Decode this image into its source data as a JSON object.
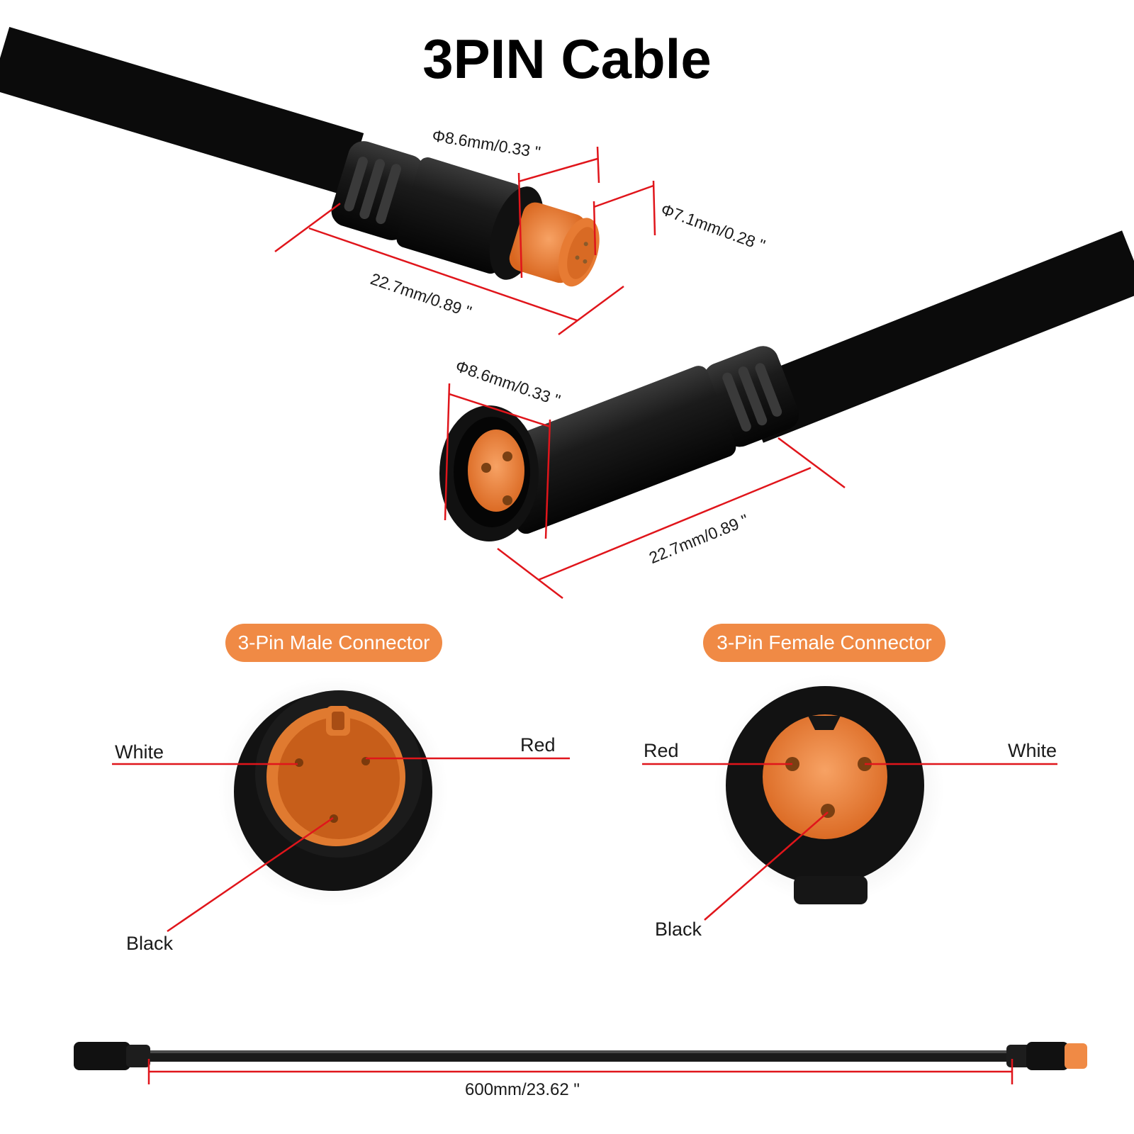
{
  "title": "3PIN Cable",
  "colors": {
    "accent": "#f08a45",
    "pin_orange": "#e8742a",
    "cable": "#111111",
    "dimension_line": "#e0151b"
  },
  "dimensions": {
    "male_outer_diameter": "Φ8.6mm/0.33 \"",
    "male_pin_diameter": "Φ7.1mm/0.28 \"",
    "male_length": "22.7mm/0.89 \"",
    "female_outer_diameter": "Φ8.6mm/0.33 \"",
    "female_length": "22.7mm/0.89 \"",
    "cable_length": "600mm/23.62 \""
  },
  "male_connector": {
    "heading": "3-Pin Male Connector",
    "pins": {
      "left": "White",
      "right": "Red",
      "bottom": "Black"
    }
  },
  "female_connector": {
    "heading": "3-Pin Female Connector",
    "pins": {
      "left": "Red",
      "right": "White",
      "bottom": "Black"
    }
  }
}
